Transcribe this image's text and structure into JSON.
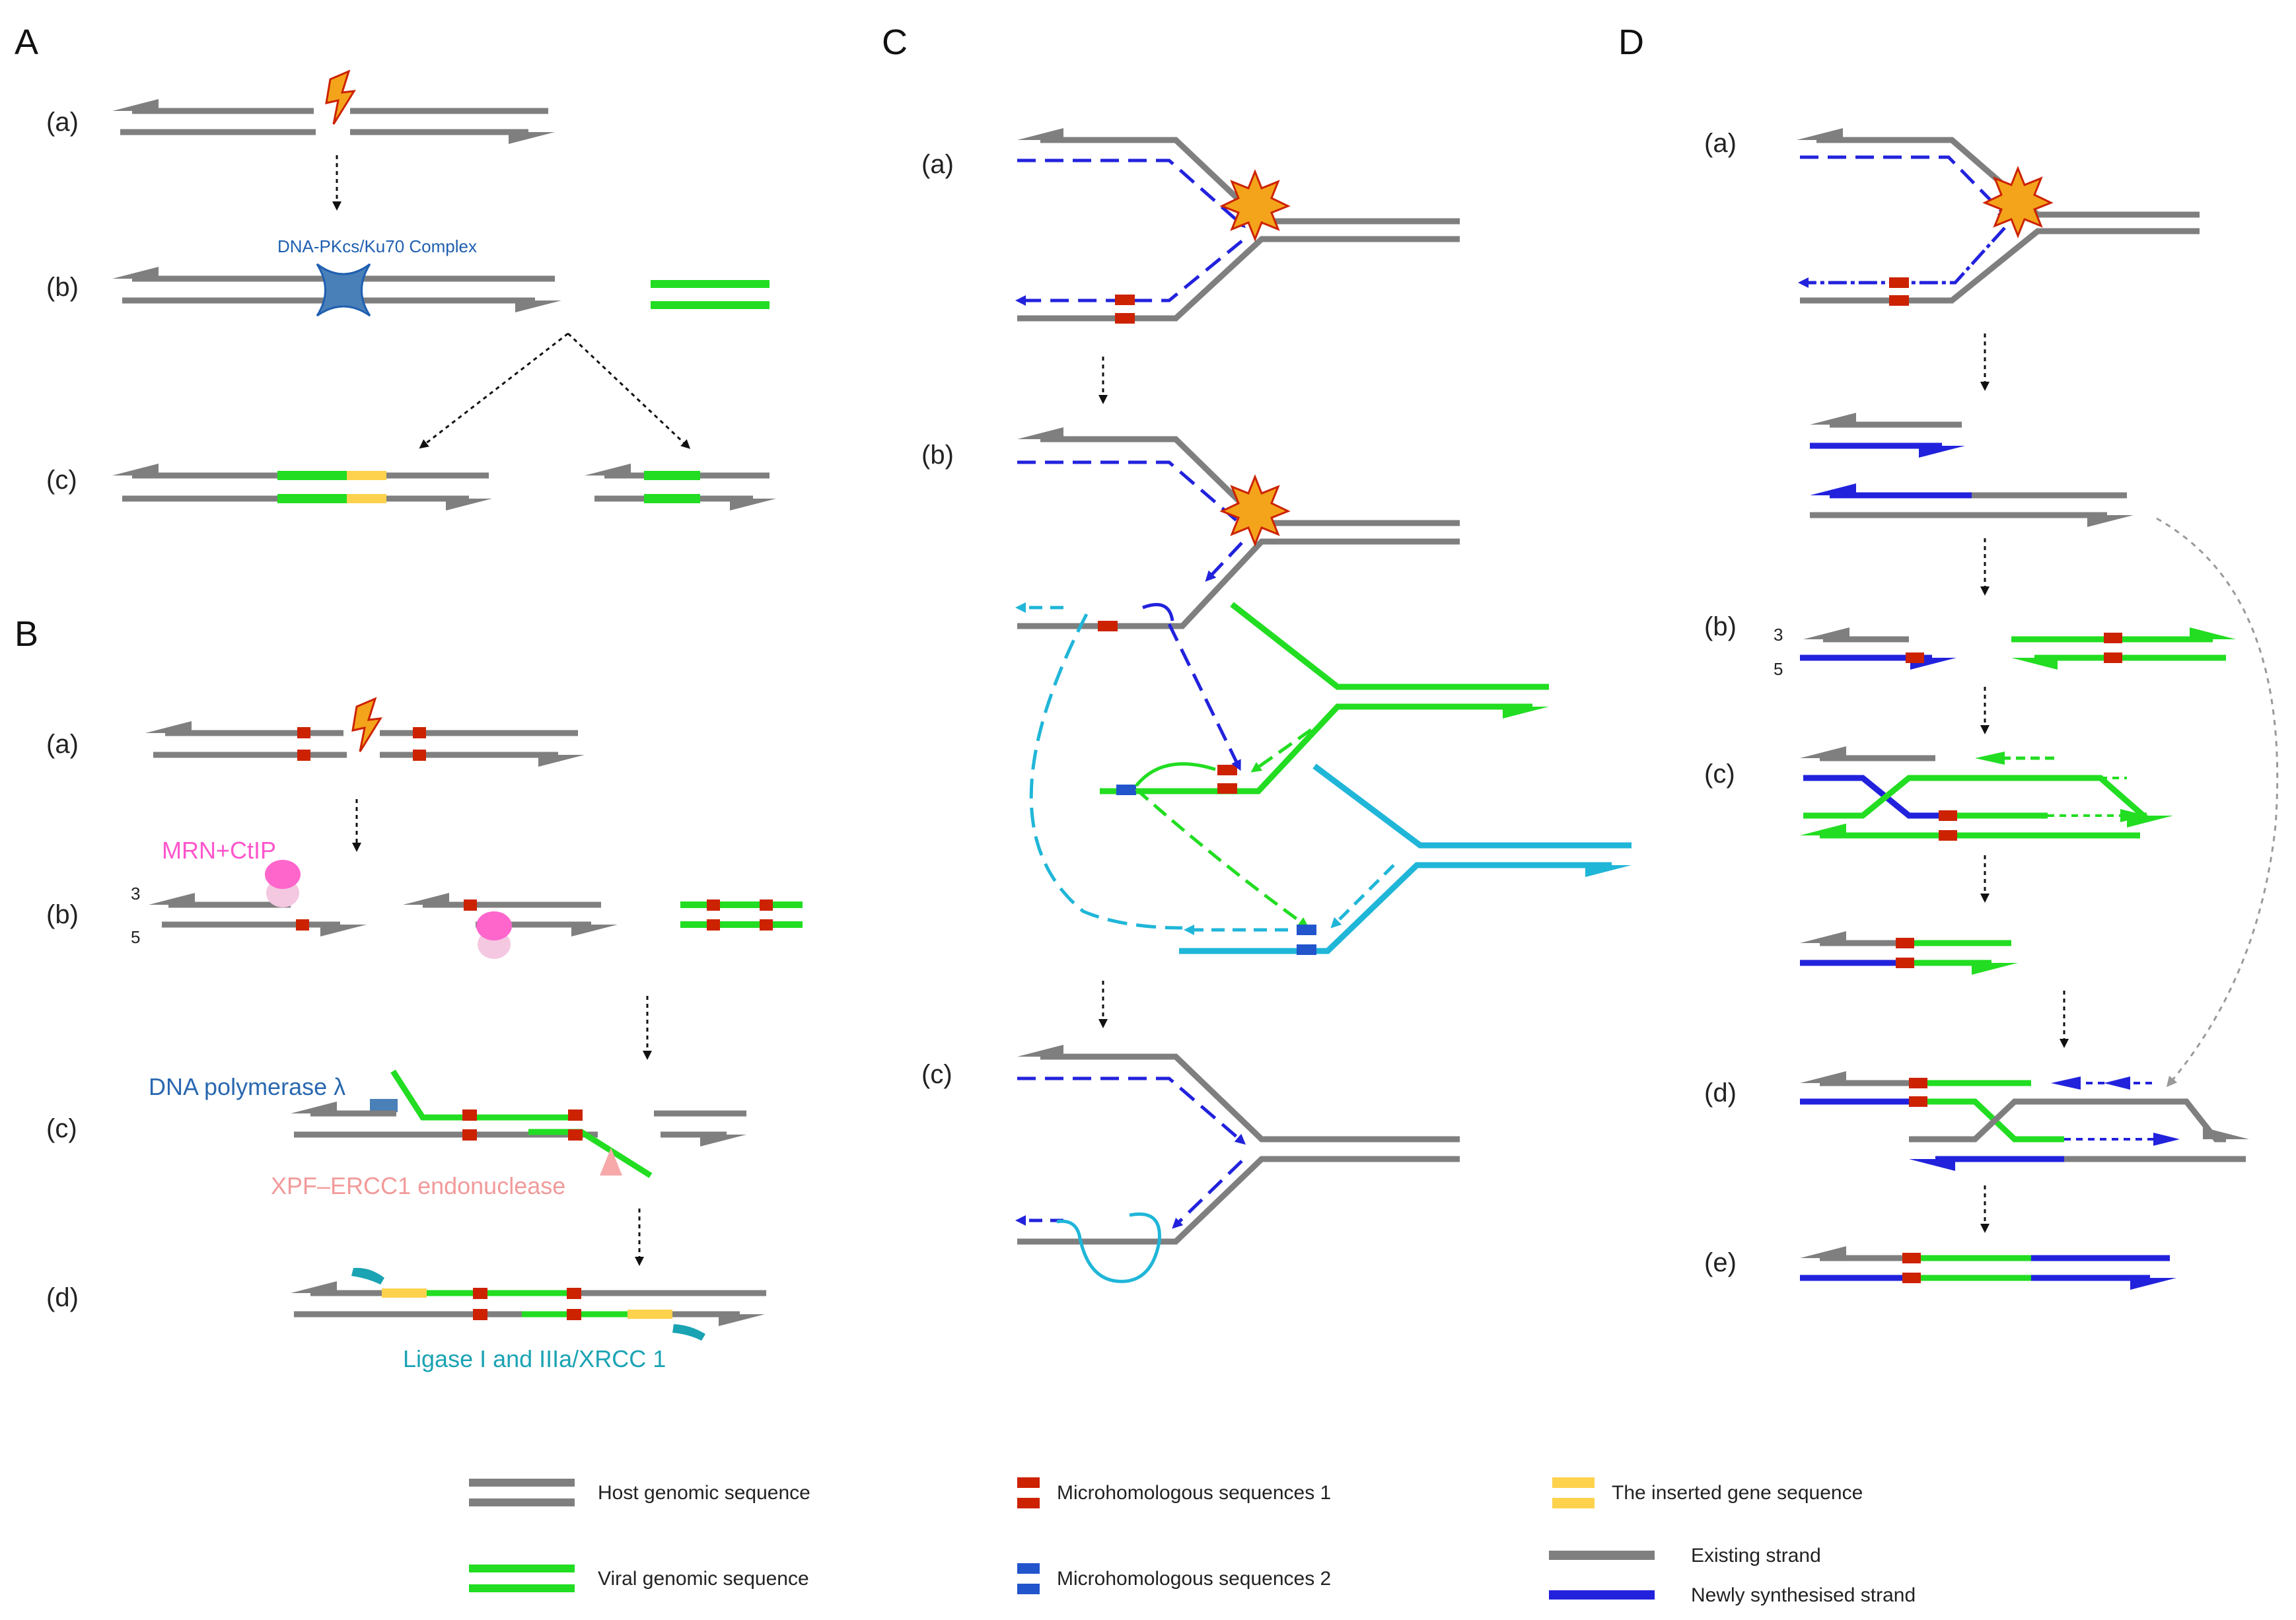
{
  "panels": {
    "A": {
      "label": "A",
      "steps": [
        "(a)",
        "(b)",
        "(c)"
      ],
      "complex_label": "DNA-PKcs/Ku70 Complex"
    },
    "B": {
      "label": "B",
      "steps": [
        "(a)",
        "(b)",
        "(c)",
        "(d)"
      ],
      "strand_3": "3",
      "strand_5": "5",
      "mrn_label": "MRN+CtIP",
      "polymerase_label": "DNA polymerase λ",
      "endonuclease_label": "XPF–ERCC1 endonuclease",
      "ligase_label": "Ligase I and IIIa/XRCC 1"
    },
    "C": {
      "label": "C",
      "steps": [
        "(a)",
        "(b)",
        "(c)"
      ]
    },
    "D": {
      "label": "D",
      "steps": [
        "(a)",
        "(b)",
        "(c)",
        "(d)",
        "(e)"
      ],
      "strand_3": "3",
      "strand_5": "5"
    }
  },
  "legend": {
    "host": "Host genomic sequence",
    "viral": "Viral genomic sequence",
    "micro1": "Microhomologous sequences 1",
    "micro2": "Microhomologous sequences 2",
    "inserted": "The inserted gene sequence",
    "existing": "Existing strand",
    "new": "Newly synthesised strand"
  },
  "colors": {
    "host": "#7f7f7f",
    "viral": "#22dd22",
    "micro1": "#cc2200",
    "micro2": "#2255cc",
    "inserted": "#ffd24d",
    "new_strand": "#2222dd",
    "cyan": "#1fb6d8",
    "protein_blue": "#4a80b8",
    "mrn": "#ff66cc",
    "xpf": "#f7a9a9",
    "ligase": "#1aa3b3"
  }
}
